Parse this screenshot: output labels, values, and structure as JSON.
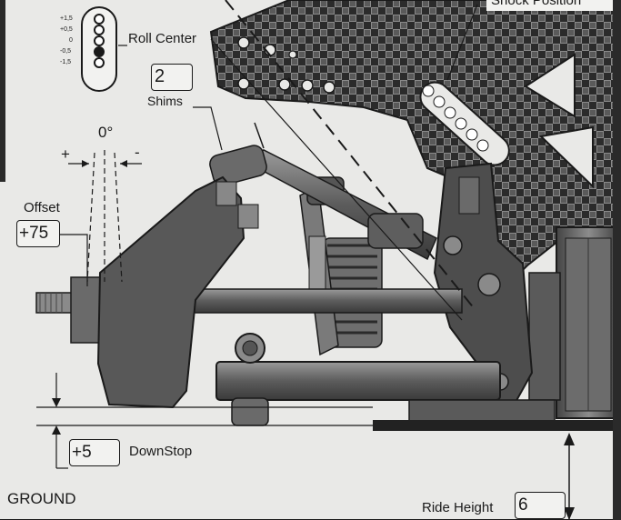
{
  "roll_center": {
    "label": "Roll Center",
    "scale": [
      "+1,5",
      "+0,5",
      "0",
      "-0,5",
      "-1,5"
    ]
  },
  "shims": {
    "label": "Shims",
    "value": "2"
  },
  "camber": {
    "angle": "0°",
    "plus": "+",
    "minus": "-"
  },
  "offset": {
    "label": "Offset",
    "value": "+75"
  },
  "downstop": {
    "label": "DownStop",
    "value": "+5"
  },
  "ground": {
    "label": "GROUND"
  },
  "ride_height": {
    "label": "Ride Height",
    "value": "6"
  },
  "shock_position": {
    "label": "Shock Position"
  },
  "colors": {
    "ink": "#1a1a1a",
    "paper": "#e9e9e7",
    "carbon_dark": "#2b2b2b",
    "carbon_light": "#8a8a8a",
    "part_gray": "#6f6f6f"
  }
}
